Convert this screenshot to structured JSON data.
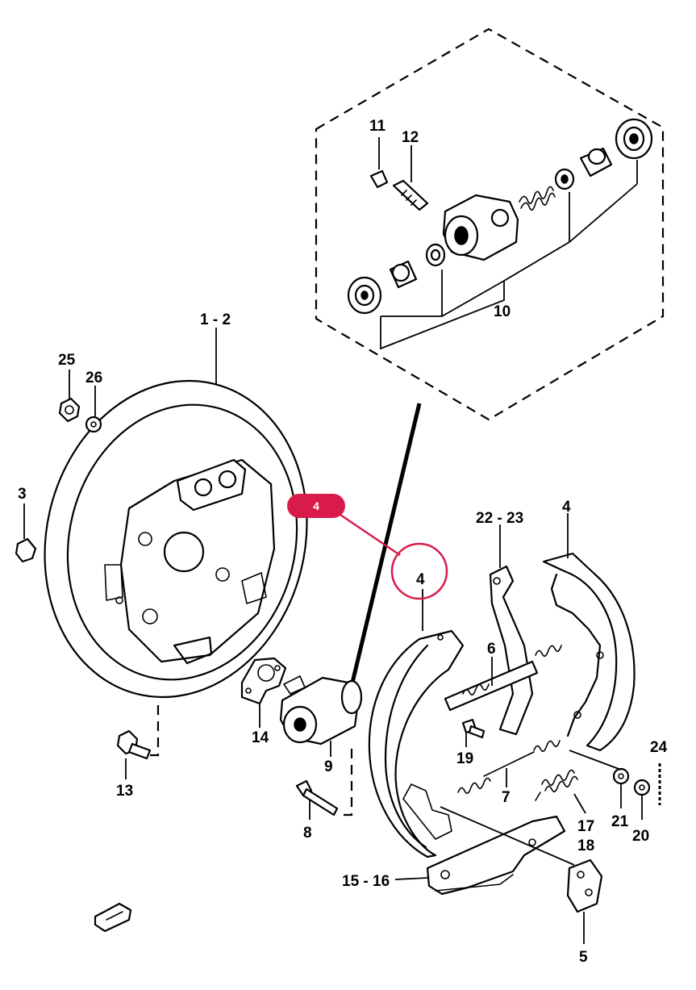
{
  "labels": {
    "l1_2": "1 - 2",
    "l3": "3",
    "l4_left": "4",
    "l4_right": "4",
    "l5": "5",
    "l6": "6",
    "l7": "7",
    "l8": "8",
    "l9": "9",
    "l10": "10",
    "l11": "11",
    "l12": "12",
    "l13": "13",
    "l14": "14",
    "l15_16": "15 - 16",
    "l17": "17",
    "l18": "18",
    "l19": "19",
    "l20": "20",
    "l21": "21",
    "l22_23": "22 - 23",
    "l24": "24",
    "l25": "25",
    "l26": "26"
  },
  "highlight": {
    "badge_text": "4",
    "color": "#d81b4a"
  }
}
